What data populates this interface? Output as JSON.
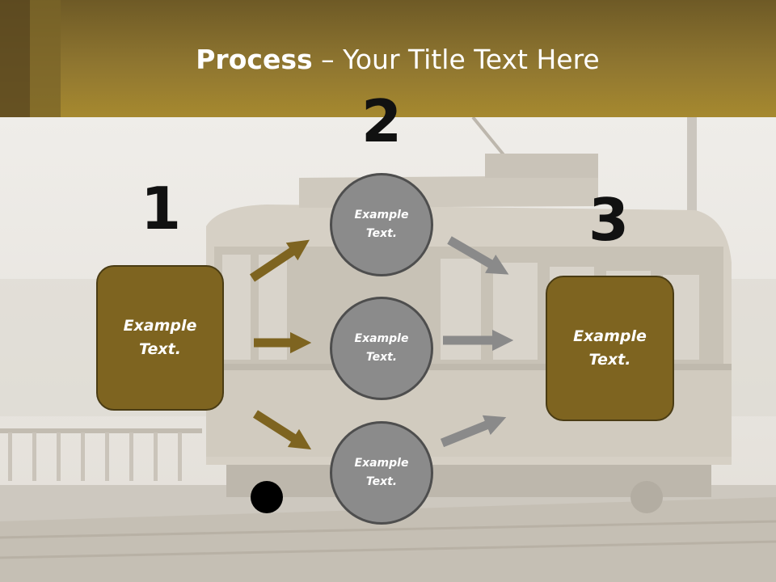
{
  "header": {
    "title_bold": "Process",
    "title_rest": " – Your Title Text Here"
  },
  "steps": {
    "n1": "1",
    "n2": "2",
    "n3": "3"
  },
  "nodes": {
    "left_box": "Example\nText.",
    "circle_top": "Example\nText.",
    "circle_mid": "Example\nText.",
    "circle_bottom": "Example\nText.",
    "right_box": "Example\nText."
  },
  "colors": {
    "header": "#8f7630",
    "box_fill": "#7e6420",
    "circle_fill": "#8b8b8b",
    "arrow_left": "#7e6420",
    "arrow_right": "#8a8a8a"
  }
}
